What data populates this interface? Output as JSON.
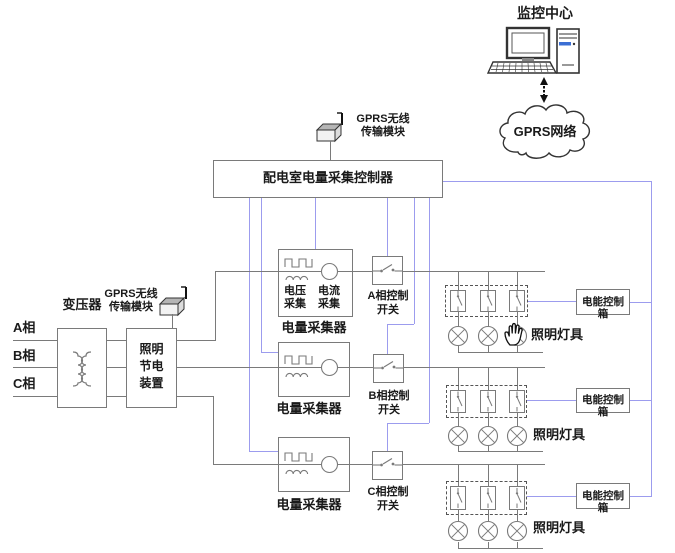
{
  "colors": {
    "wire": "#7a7a7a",
    "signal_line": "#9c9cee",
    "text": "#1a1a1a",
    "tower_accent": "#3b6fd4"
  },
  "monitoring_center": {
    "label": "监控中心"
  },
  "gprs_cloud": {
    "label": "GPRS网络"
  },
  "gprs_module_top": {
    "line1": "GPRS无线",
    "line2": "传输模块"
  },
  "gprs_module_left": {
    "line1": "GPRS无线",
    "line2": "传输模块"
  },
  "controller": {
    "label": "配电室电量采集控制器"
  },
  "phases": [
    {
      "label": "A相"
    },
    {
      "label": "B相"
    },
    {
      "label": "C相"
    }
  ],
  "transformer": {
    "label": "变压器"
  },
  "power_saver": {
    "line1": "照明",
    "line2": "节电",
    "line3": "装置"
  },
  "collectors": [
    {
      "label": "电量采集器",
      "voltage_label": "电压采集",
      "current_label": "电流采集"
    },
    {
      "label": "电量采集器"
    },
    {
      "label": "电量采集器"
    }
  ],
  "phase_switches": [
    {
      "line1": "A相控制",
      "line2": "开关"
    },
    {
      "line1": "B相控制",
      "line2": "开关"
    },
    {
      "line1": "C相控制",
      "line2": "开关"
    }
  ],
  "lamp_groups": [
    {
      "label": "照明灯具"
    },
    {
      "label": "照明灯具"
    },
    {
      "label": "照明灯具"
    }
  ],
  "control_boxes": [
    {
      "label": "电能控制箱"
    },
    {
      "label": "电能控制箱"
    },
    {
      "label": "电能控制箱"
    }
  ]
}
